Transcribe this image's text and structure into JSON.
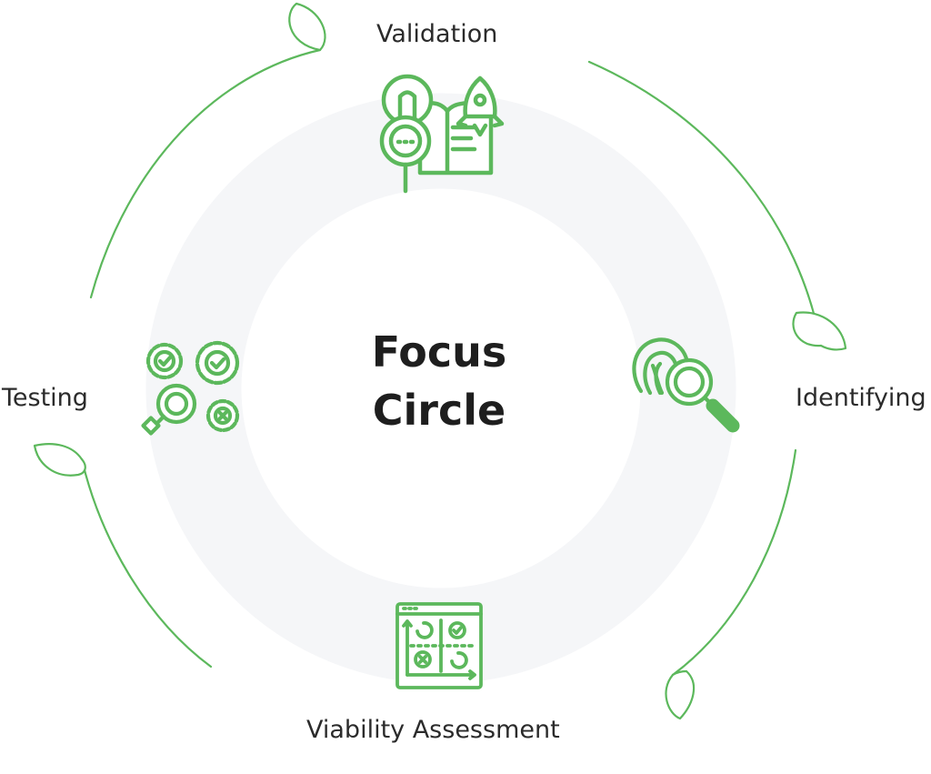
{
  "center": {
    "line1": "Focus",
    "line2": "Circle"
  },
  "stages": {
    "validation": "Validation",
    "identifying": "Identifying",
    "viability": "Viability Assessment",
    "testing": "Testing"
  },
  "colors": {
    "accent": "#5cb85c",
    "ring": "#f5f6f8",
    "text": "#2b2b2b",
    "title": "#1e1e1e"
  },
  "icons": {
    "validation": "lightbulb-book-rocket-icon",
    "identifying": "fingerprint-magnifier-icon",
    "viability": "matrix-chart-icon",
    "testing": "gears-magnifier-icon"
  }
}
